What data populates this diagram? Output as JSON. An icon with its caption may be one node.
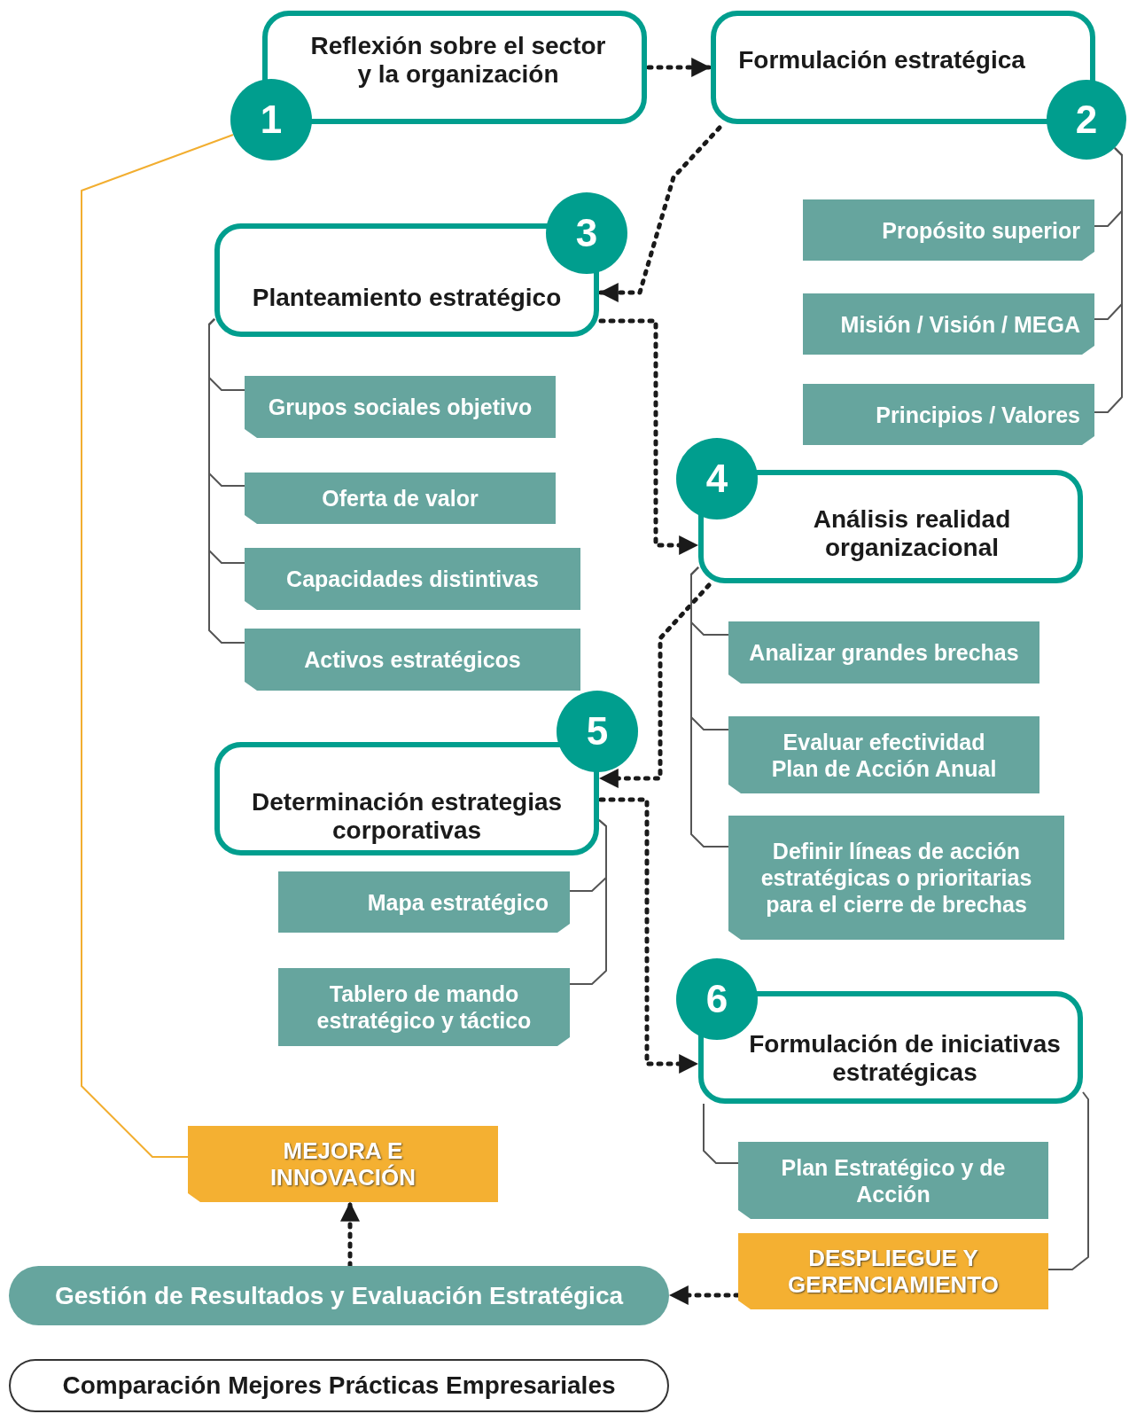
{
  "diagram": {
    "nodes": [
      {
        "text": [
          "Reflexión sobre el sector y la organización"
        ]
      },
      {
        "text": [
          "1"
        ]
      },
      {
        "text": [
          "Formulación estratégica"
        ]
      },
      {
        "text": [
          "2"
        ]
      },
      {
        "text": [
          "Propósito superior"
        ]
      },
      {
        "text": [
          "Misión / Visión / MEGA"
        ]
      },
      {
        "text": [
          "Principios / Valores"
        ]
      },
      {
        "text": [
          "Planteamiento estratégico"
        ]
      },
      {
        "text": [
          "3"
        ]
      },
      {
        "text": [
          "Grupos sociales objetivo"
        ]
      },
      {
        "text": [
          "Oferta de valor"
        ]
      },
      {
        "text": [
          "Capacidades distintivas"
        ]
      },
      {
        "text": [
          "Activos estratégicos"
        ]
      },
      {
        "text": [
          "Análisis realidad organizacional"
        ]
      },
      {
        "text": [
          "4"
        ]
      },
      {
        "text": [
          "Analizar grandes brechas"
        ]
      },
      {
        "text": [
          "Evaluar efectividad Plan de Acción Anual"
        ]
      },
      {
        "text": [
          "Definir líneas de acción estratégicas o prioritarias para el cierre de brechas"
        ]
      },
      {
        "text": [
          "Determinación estrategias corporativas"
        ]
      },
      {
        "text": [
          "5"
        ]
      },
      {
        "text": [
          "Mapa estratégico"
        ]
      },
      {
        "text": [
          "Tablero de mando estratégico y táctico"
        ]
      },
      {
        "text": [
          "Formulación de iniciativas estratégicas"
        ]
      },
      {
        "text": [
          "6"
        ]
      },
      {
        "text": [
          "Plan Estratégico y de Acción"
        ]
      },
      {
        "text": [
          "DESPLIEGUE Y GERENCIAMIENTO"
        ]
      },
      {
        "text": [
          "MEJORA E INNOVACIÓN"
        ]
      },
      {
        "text": [
          "Gestión de Resultados y Evaluación Estratégica"
        ]
      },
      {
        "text": [
          "Comparación Mejores Prácticas Empresariales"
        ]
      }
    ],
    "edges": [
      {
        "from": 0,
        "to": 2,
        "arrow": "to",
        "style": "dashed",
        "color": "#1a1a1a"
      },
      {
        "from": 2,
        "to": 7,
        "arrow": "to",
        "style": "dashed",
        "color": "#1a1a1a"
      },
      {
        "from": 7,
        "to": 13,
        "arrow": "to",
        "style": "dashed",
        "color": "#1a1a1a"
      },
      {
        "from": 13,
        "to": 18,
        "arrow": "to",
        "style": "dashed",
        "color": "#1a1a1a"
      },
      {
        "from": 18,
        "to": 22,
        "arrow": "to",
        "style": "dashed",
        "color": "#1a1a1a"
      },
      {
        "from": 25,
        "to": 27,
        "arrow": "to",
        "style": "dashed",
        "color": "#1a1a1a"
      },
      {
        "from": 27,
        "to": 26,
        "arrow": "to",
        "style": "dashed",
        "color": "#1a1a1a"
      },
      {
        "from": 26,
        "to": 1,
        "arrow": "none",
        "color": "#f2ae30"
      },
      {
        "from": 3,
        "to": 4,
        "arrow": "none"
      },
      {
        "from": 3,
        "to": 5,
        "arrow": "none"
      },
      {
        "from": 3,
        "to": 6,
        "arrow": "none"
      },
      {
        "from": 7,
        "to": 9,
        "arrow": "none"
      },
      {
        "from": 7,
        "to": 10,
        "arrow": "none"
      },
      {
        "from": 7,
        "to": 11,
        "arrow": "none"
      },
      {
        "from": 7,
        "to": 12,
        "arrow": "none"
      },
      {
        "from": 13,
        "to": 15,
        "arrow": "none"
      },
      {
        "from": 13,
        "to": 16,
        "arrow": "none"
      },
      {
        "from": 13,
        "to": 17,
        "arrow": "none"
      },
      {
        "from": 18,
        "to": 20,
        "arrow": "none"
      },
      {
        "from": 18,
        "to": 21,
        "arrow": "none"
      },
      {
        "from": 22,
        "to": 24,
        "arrow": "none"
      },
      {
        "from": 22,
        "to": 25,
        "arrow": "none"
      }
    ]
  }
}
